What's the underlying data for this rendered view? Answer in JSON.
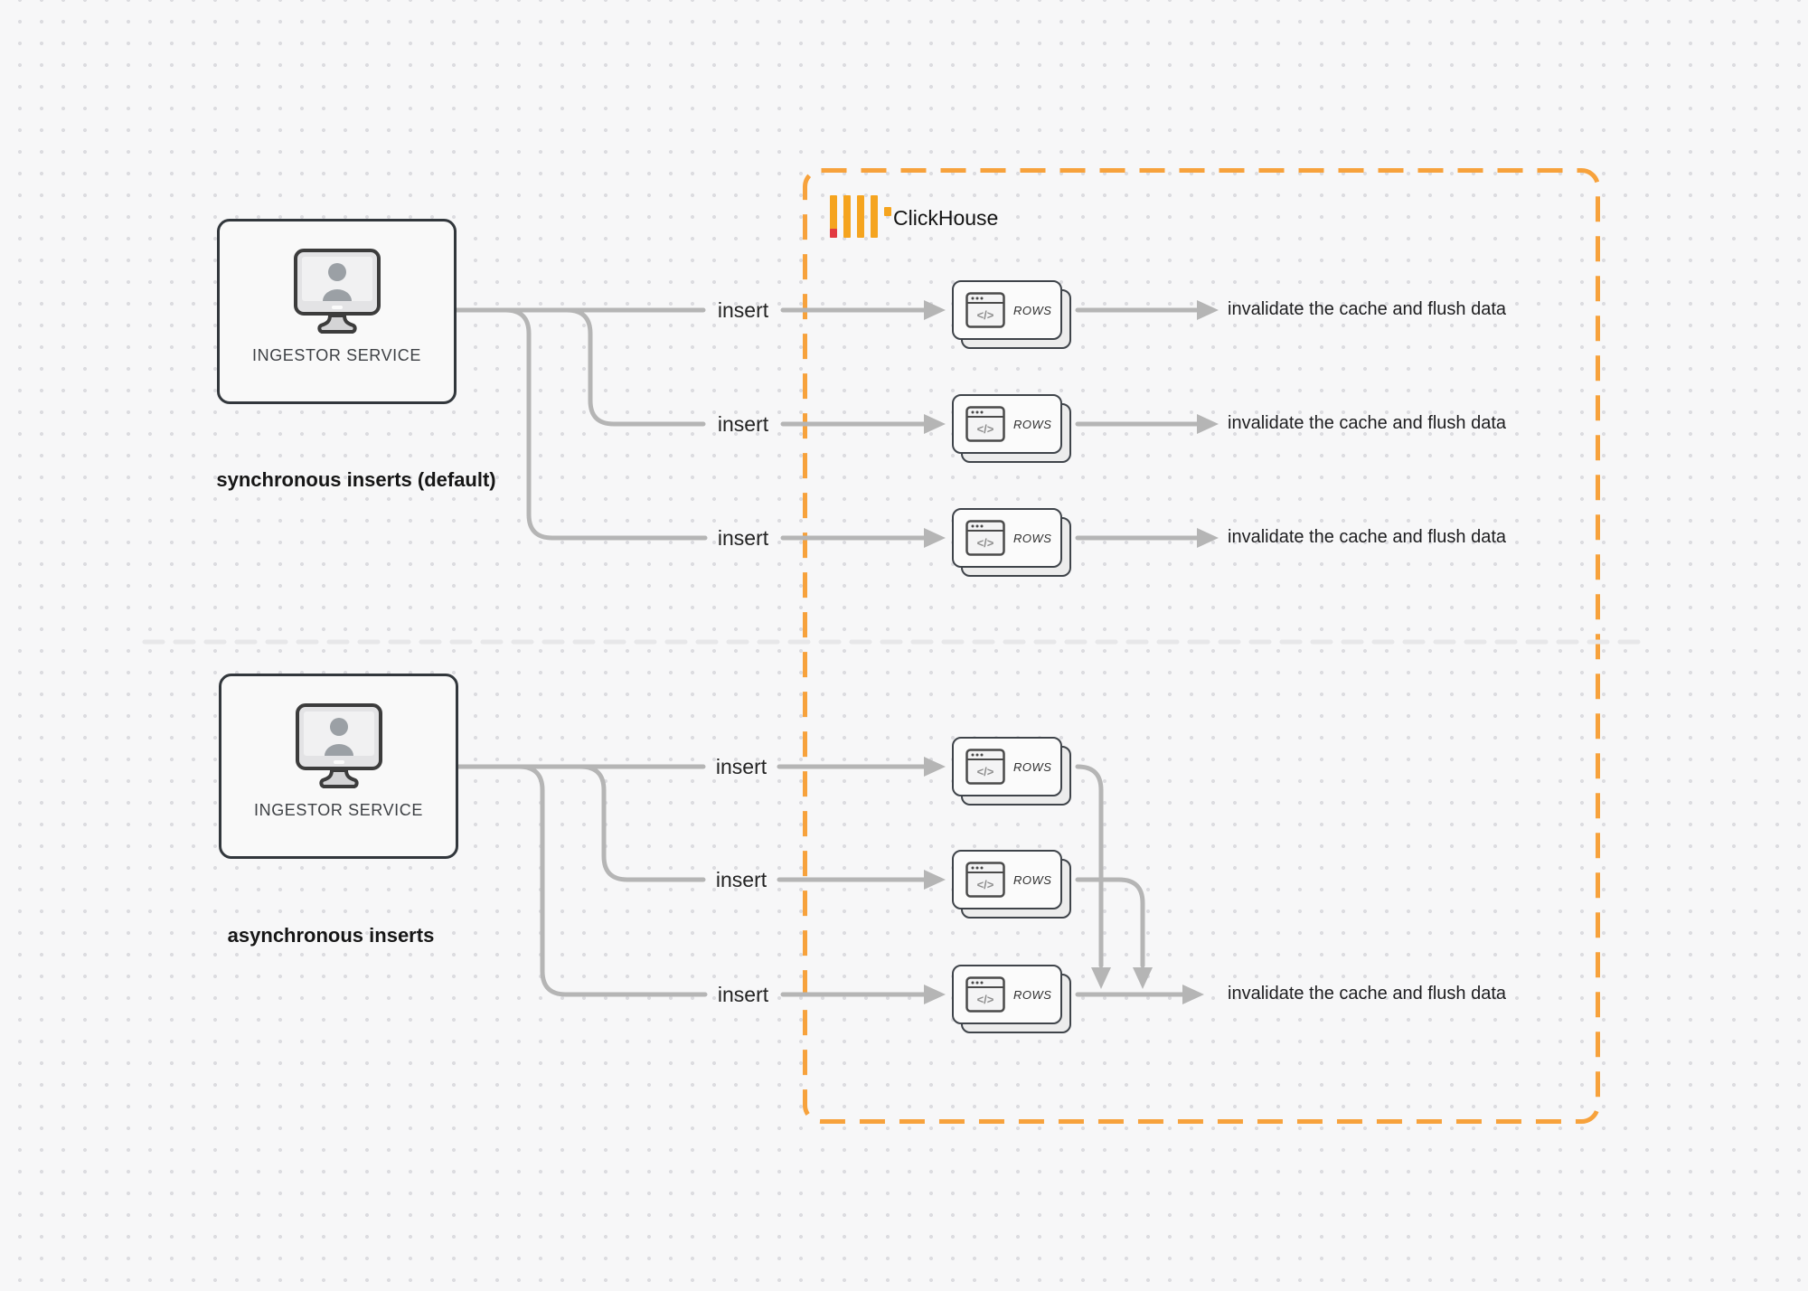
{
  "colors": {
    "bg": "#f7f7f8",
    "dot": "#dcdce0",
    "line": "#b5b5b5",
    "accent": "#f7a23c",
    "bar": "#f5a41f",
    "red": "#e23a41",
    "ink": "#1d1d1f",
    "box-border": "#32373c",
    "box-fill": "#f9f9f9",
    "card-fill": "#fbfbfb",
    "card-back": "#ececec",
    "card-border": "#3f444a",
    "divider": "#e7e7e9",
    "muted": "#3e4145"
  },
  "clickhouse": {
    "name": "ClickHouse"
  },
  "icons": {
    "code_glyph": "</>"
  },
  "sections": {
    "sync": {
      "caption": "synchronous inserts (default)",
      "source": {
        "label": "INGESTOR SERVICE"
      },
      "rows": [
        {
          "insert_label": "insert",
          "card_label": "ROWS",
          "result_label": "invalidate the cache and flush data"
        },
        {
          "insert_label": "insert",
          "card_label": "ROWS",
          "result_label": "invalidate the cache and flush data"
        },
        {
          "insert_label": "insert",
          "card_label": "ROWS",
          "result_label": "invalidate the cache and flush data"
        }
      ]
    },
    "async": {
      "caption": "asynchronous inserts",
      "source": {
        "label": "INGESTOR SERVICE"
      },
      "rows": [
        {
          "insert_label": "insert",
          "card_label": "ROWS"
        },
        {
          "insert_label": "insert",
          "card_label": "ROWS"
        },
        {
          "insert_label": "insert",
          "card_label": "ROWS",
          "result_label": "invalidate the cache and flush data"
        }
      ]
    }
  }
}
